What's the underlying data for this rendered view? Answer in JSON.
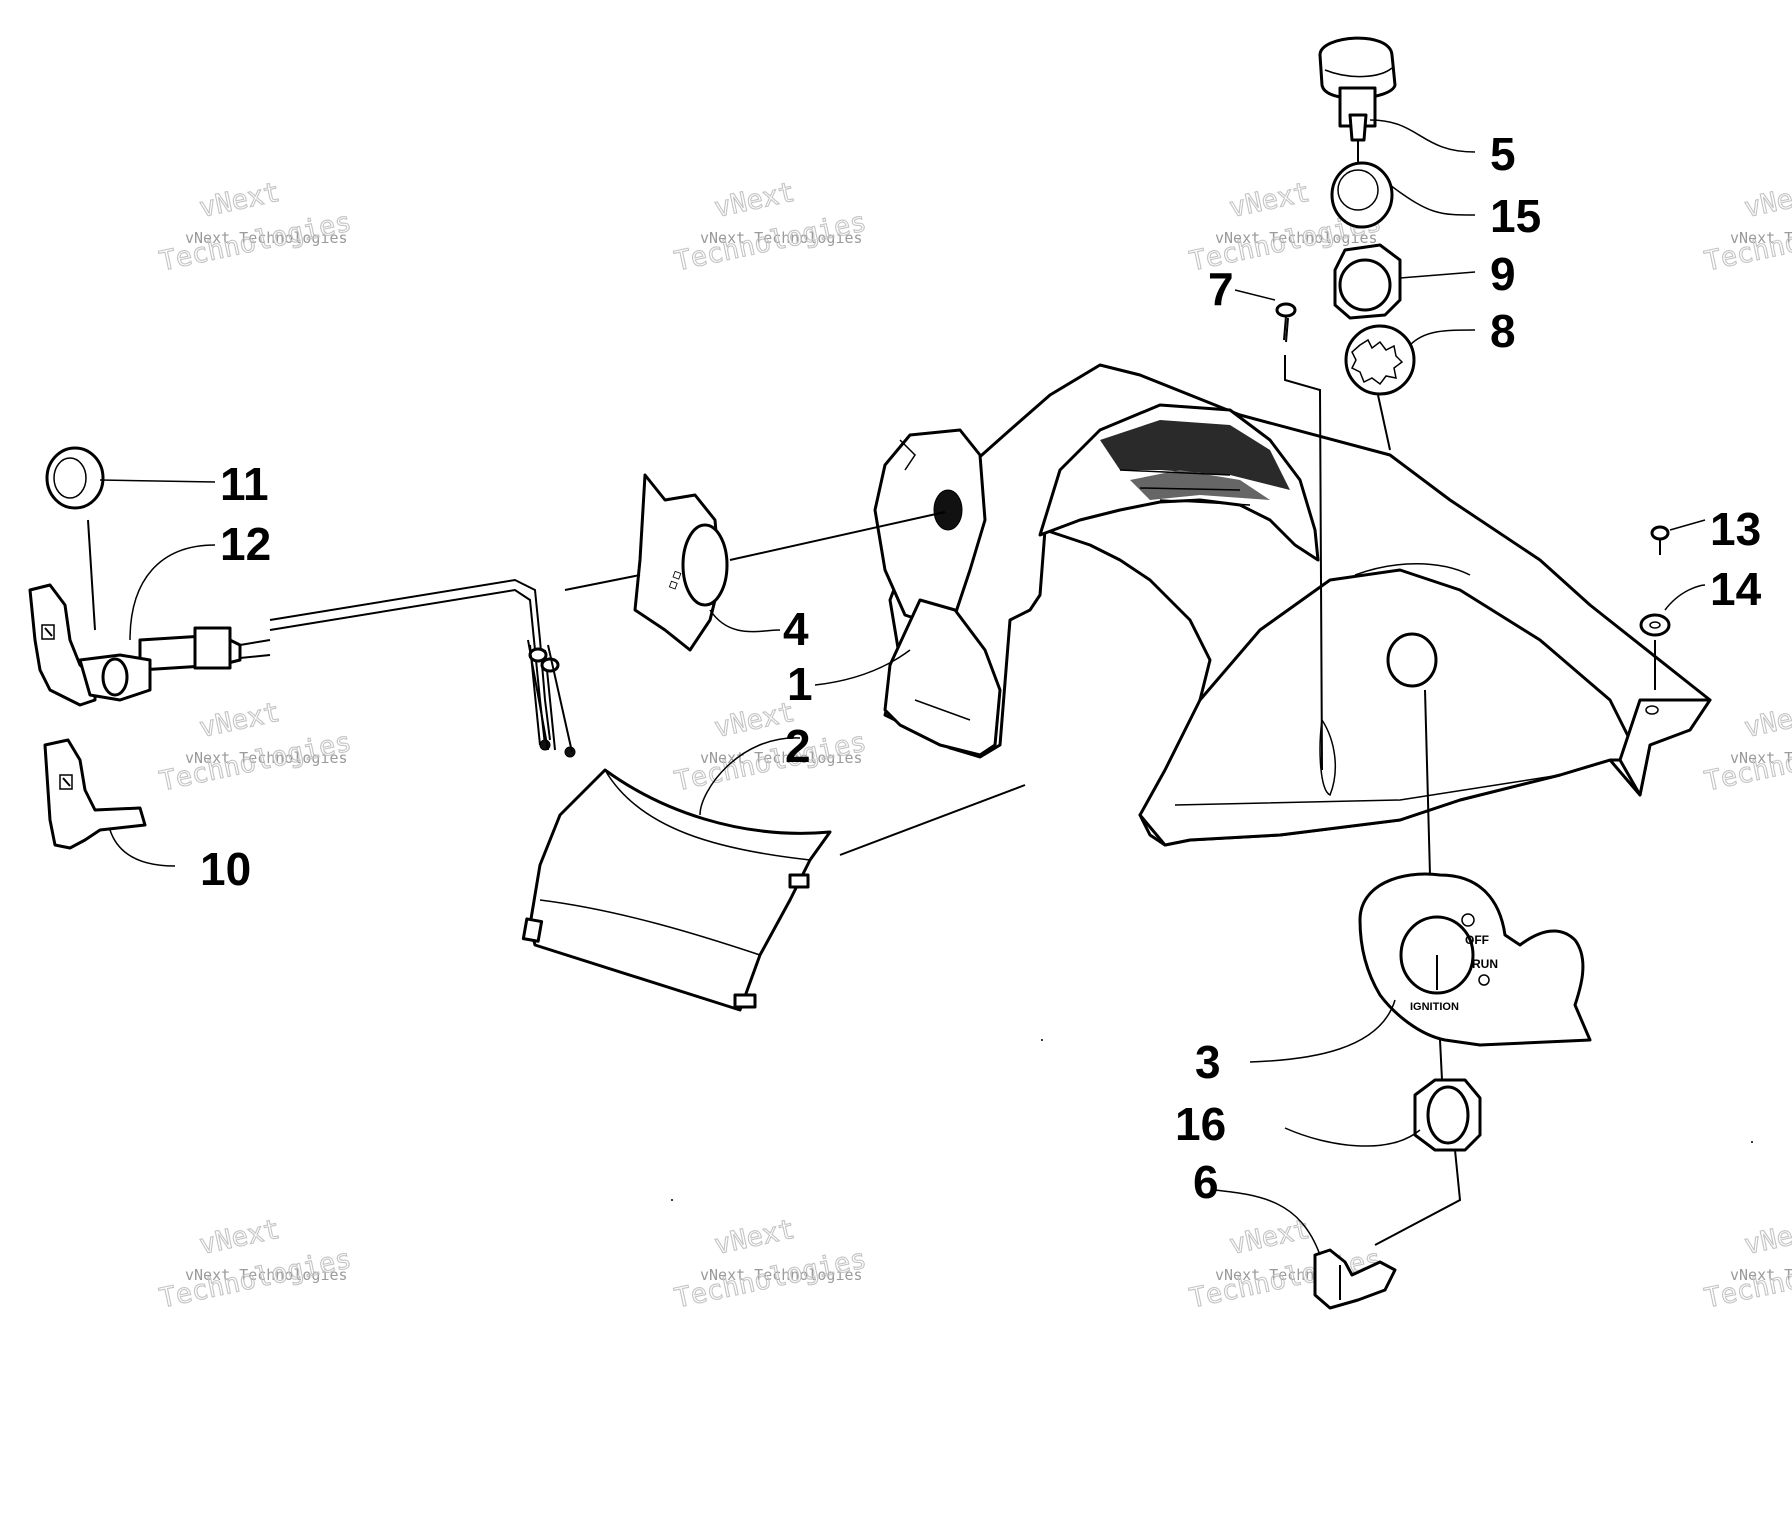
{
  "diagram": {
    "callouts": [
      "1",
      "2",
      "3",
      "4",
      "5",
      "6",
      "7",
      "8",
      "9",
      "10",
      "11",
      "12",
      "13",
      "14",
      "15",
      "16"
    ],
    "ignition_plate": {
      "off": "OFF",
      "run": "RUN",
      "ignition": "IGNITION"
    },
    "watermark": {
      "line_small": "vNext Technologies",
      "line_top": "vNext",
      "line_big": "Technologies"
    }
  }
}
